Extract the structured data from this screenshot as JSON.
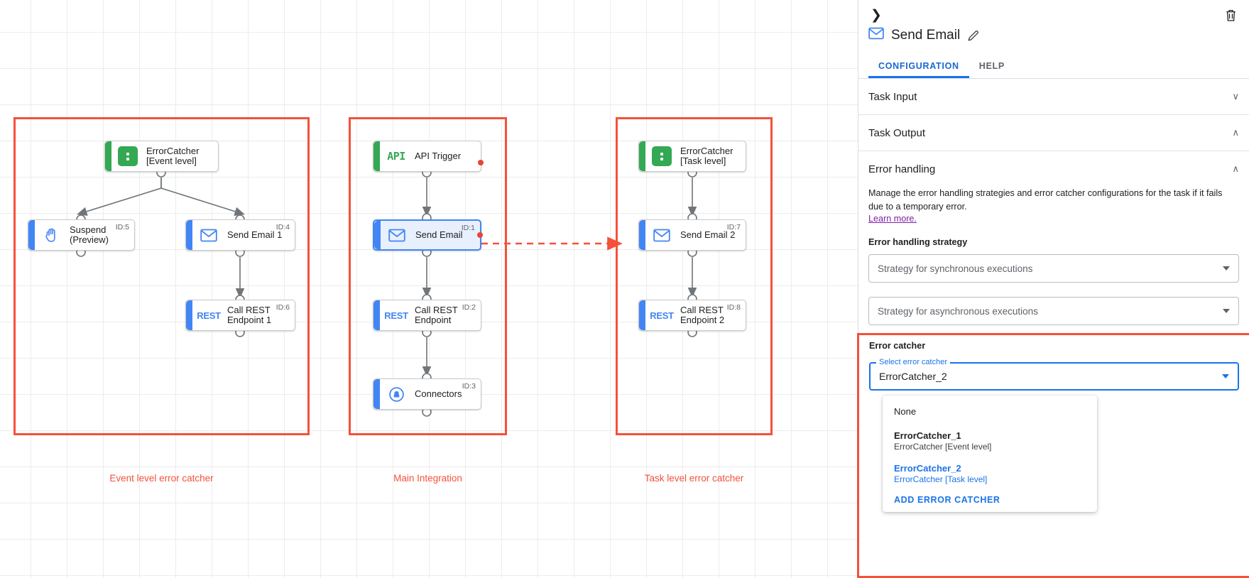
{
  "canvas": {
    "groups": [
      {
        "label": "Event level error catcher"
      },
      {
        "label": "Main Integration"
      },
      {
        "label": "Task level error catcher"
      }
    ],
    "nodes": {
      "error_catcher_event": {
        "label": "ErrorCatcher\n[Event level]",
        "icon": "error-catcher-icon",
        "id": ""
      },
      "suspend": {
        "label": "Suspend\n(Preview)",
        "icon": "hand-icon",
        "id": "ID:5"
      },
      "send_email_1": {
        "label": "Send Email 1",
        "icon": "envelope-icon",
        "id": "ID:4"
      },
      "call_rest_1": {
        "label": "Call REST\nEndpoint 1",
        "icon": "rest-icon",
        "id": "ID:6"
      },
      "api_trigger": {
        "label": "API Trigger",
        "icon": "api-icon",
        "id": ""
      },
      "send_email": {
        "label": "Send Email",
        "icon": "envelope-icon",
        "id": "ID:1"
      },
      "call_rest": {
        "label": "Call REST\nEndpoint",
        "icon": "rest-icon",
        "id": "ID:2"
      },
      "connectors": {
        "label": "Connectors",
        "icon": "connectors-icon",
        "id": "ID:3"
      },
      "error_catcher_task": {
        "label": "ErrorCatcher\n[Task level]",
        "icon": "error-catcher-icon",
        "id": ""
      },
      "send_email_2": {
        "label": "Send Email 2",
        "icon": "envelope-icon",
        "id": "ID:7"
      },
      "call_rest_2": {
        "label": "Call REST\nEndpoint 2",
        "icon": "rest-icon",
        "id": "ID:8"
      }
    },
    "icon_text": {
      "api": "API",
      "rest": "REST"
    }
  },
  "panel": {
    "title": "Send Email",
    "back_icon": "chevron-right-icon",
    "delete_icon": "trash-icon",
    "edit_icon": "pencil-icon",
    "title_icon": "envelope-icon",
    "tabs": [
      {
        "label": "CONFIGURATION",
        "active": true
      },
      {
        "label": "HELP",
        "active": false
      }
    ],
    "sections": {
      "task_input": {
        "title": "Task Input",
        "caret": "chevron-down-icon"
      },
      "task_output": {
        "title": "Task Output",
        "caret": "chevron-up-icon"
      },
      "error_handling": {
        "title": "Error handling",
        "caret": "chevron-up-icon",
        "description": "Manage the error handling strategies and error catcher configurations for the task if it fails due to a temporary error.",
        "learn_more": "Learn more.",
        "strategy_label": "Error handling strategy",
        "sync_placeholder": "Strategy for synchronous executions",
        "async_placeholder": "Strategy for asynchronous executions"
      }
    },
    "error_catcher": {
      "title": "Error catcher",
      "select_legend": "Select error catcher",
      "selected_value": "ErrorCatcher_2",
      "options": [
        {
          "primary": "None",
          "secondary": "",
          "selected": false,
          "bold": false
        },
        {
          "primary": "ErrorCatcher_1",
          "secondary": "ErrorCatcher [Event level]",
          "selected": false,
          "bold": true
        },
        {
          "primary": "ErrorCatcher_2",
          "secondary": "ErrorCatcher [Task level]",
          "selected": true,
          "bold": true
        }
      ],
      "add_action": "ADD ERROR CATCHER"
    }
  },
  "colors": {
    "accent_blue": "#4285f4",
    "accent_green": "#34a853",
    "error_red": "#f4513b",
    "link_blue": "#1a73e8",
    "learn_purple": "#7b1fa2"
  }
}
